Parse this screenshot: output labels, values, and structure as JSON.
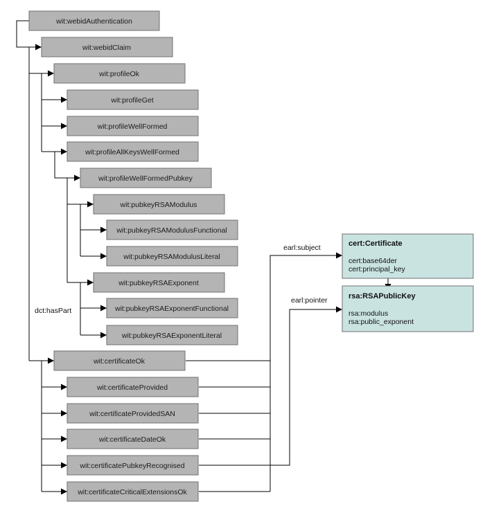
{
  "nodes": [
    "wit:webidAuthentication",
    "wit:webidClaim",
    "wit:profileOk",
    "wit:profileGet",
    "wit:profileWellFormed",
    "wit:profileAllKeysWellFormed",
    "wit:profileWellFormedPubkey",
    "wit:pubkeyRSAModulus",
    "wit:pubkeyRSAModulusFunctional",
    "wit:pubkeyRSAModulusLiteral",
    "wit:pubkeyRSAExponent",
    "wit:pubkeyRSAExponentFunctional",
    "wit:pubkeyRSAExponentLiteral",
    "wit:certificateOk",
    "wit:certificateProvided",
    "wit:certificateProvidedSAN",
    "wit:certificateDateOk",
    "wit:certificatePubkeyRecognised",
    "wit:certificateCriticalExtensionsOk"
  ],
  "classes": [
    {
      "title": "cert:Certificate",
      "attributes": [
        "cert:base64der",
        "cert:principal_key"
      ]
    },
    {
      "title": "rsa:RSAPublicKey",
      "attributes": [
        "rsa:modulus",
        "rsa:public_exponent"
      ]
    }
  ],
  "edge_labels": {
    "has_part": "dct:hasPart",
    "subject": "earl:subject",
    "pointer": "earl:pointer"
  }
}
